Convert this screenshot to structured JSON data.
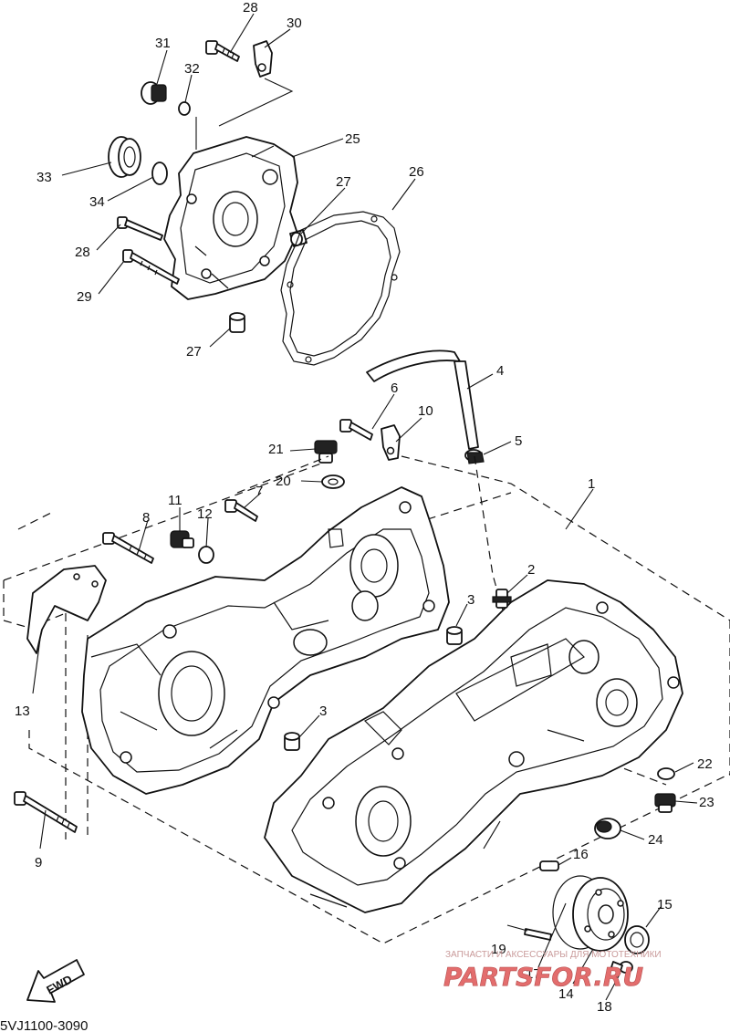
{
  "diagram": {
    "document_number": "5VJ1100-3090",
    "direction_label": "FWD",
    "watermark": {
      "tagline": "ЗАПЧАСТИ И АКСЕССУАРЫ ДЛЯ МОТОТЕХНИКИ",
      "brand": "PARTSFOR.RU",
      "brand_color": "#e36d6d"
    },
    "callouts": [
      "28",
      "30",
      "31",
      "32",
      "25",
      "33",
      "34",
      "27",
      "26",
      "28",
      "29",
      "27",
      "4",
      "6",
      "10",
      "21",
      "5",
      "20",
      "1",
      "7",
      "11",
      "8",
      "12",
      "2",
      "3",
      "13",
      "3",
      "22",
      "23",
      "9",
      "24",
      "16",
      "15",
      "19",
      "17",
      "14",
      "18"
    ]
  }
}
